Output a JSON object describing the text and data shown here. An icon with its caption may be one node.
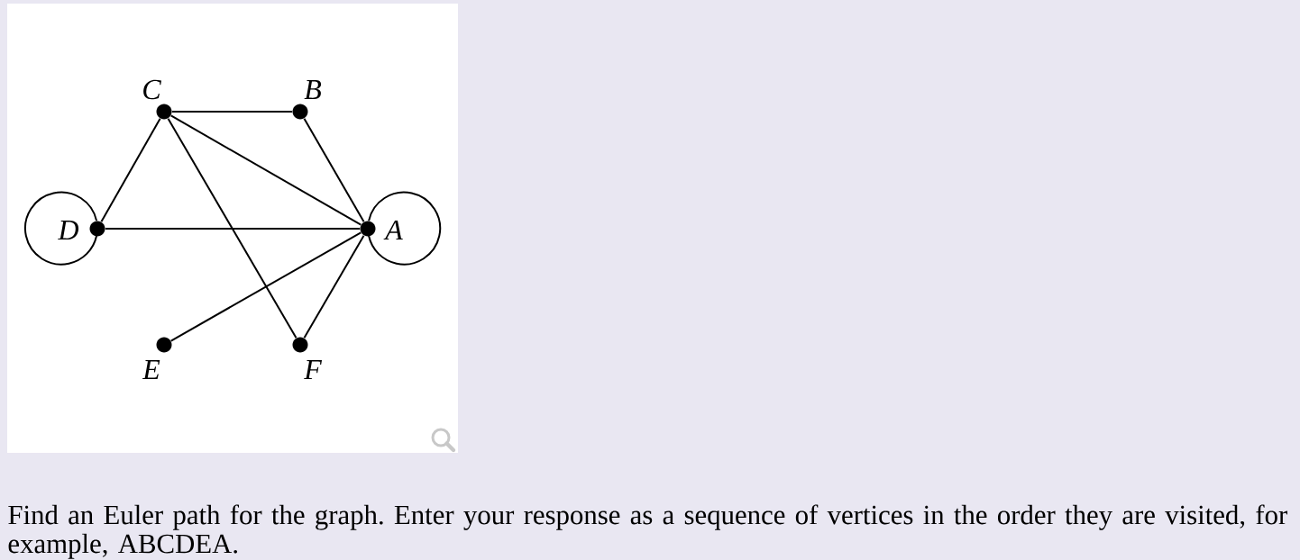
{
  "diagram": {
    "nodes": [
      {
        "text": [
          "C"
        ]
      },
      {
        "text": [
          "B"
        ]
      },
      {
        "text": [
          "D"
        ]
      },
      {
        "text": [
          "A"
        ]
      },
      {
        "text": [
          "E"
        ]
      },
      {
        "text": [
          "F"
        ]
      }
    ],
    "edges": [
      {
        "from": 0,
        "to": 1,
        "arrow": "none"
      },
      {
        "from": 0,
        "to": 2,
        "arrow": "none"
      },
      {
        "from": 0,
        "to": 3,
        "arrow": "none"
      },
      {
        "from": 0,
        "to": 5,
        "arrow": "none"
      },
      {
        "from": 1,
        "to": 3,
        "arrow": "none"
      },
      {
        "from": 2,
        "to": 2,
        "arrow": "none"
      },
      {
        "from": 2,
        "to": 3,
        "arrow": "none"
      },
      {
        "from": 3,
        "to": 3,
        "arrow": "none"
      },
      {
        "from": 3,
        "to": 4,
        "arrow": "none"
      },
      {
        "from": 3,
        "to": 5,
        "arrow": "none"
      }
    ],
    "labels": [
      "Find an Euler path for the graph. Enter your response as a sequence of vertices in the order they are visited, for example, ABCDEA."
    ]
  }
}
